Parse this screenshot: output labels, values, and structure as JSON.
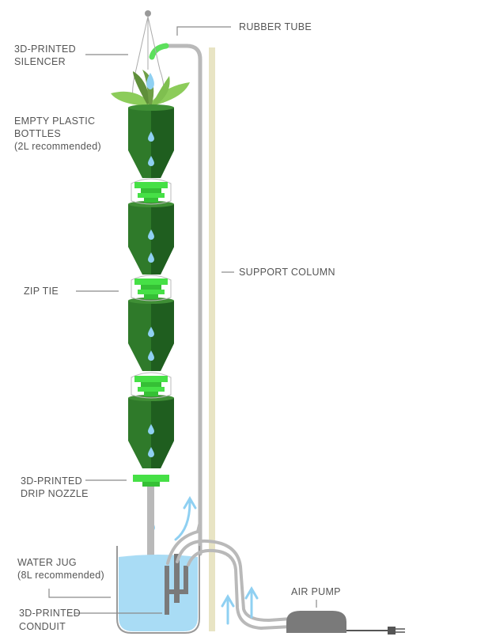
{
  "labels": {
    "silencer": [
      "3D-PRINTED",
      "SILENCER"
    ],
    "rubber_tube": [
      "RUBBER TUBE"
    ],
    "bottles": [
      "EMPTY PLASTIC",
      "BOTTLES",
      "(2L recommended)"
    ],
    "support_column": [
      "SUPPORT COLUMN"
    ],
    "zip_tie": [
      "ZIP TIE"
    ],
    "drip_nozzle": [
      "3D-PRINTED",
      "DRIP NOZZLE"
    ],
    "water_jug": [
      "WATER JUG",
      "(8L recommended)"
    ],
    "conduit": [
      "3D-PRINTED",
      "CONDUIT"
    ],
    "air_pump": [
      "AIR PUMP"
    ]
  },
  "colors": {
    "bottle_dark": "#1f5e1f",
    "bottle_mid": "#2f7a2a",
    "bottle_light": "#3f8f35",
    "connector_green": "#46e046",
    "tube_gray": "#b9b9b9",
    "support_column": "#e8e4c4",
    "water": "#a9dcf5",
    "drop_blue": "#8fd0f2",
    "pump_gray": "#7a7a7a",
    "leaf_green": "#8ccc5a",
    "text_gray": "#555555"
  }
}
